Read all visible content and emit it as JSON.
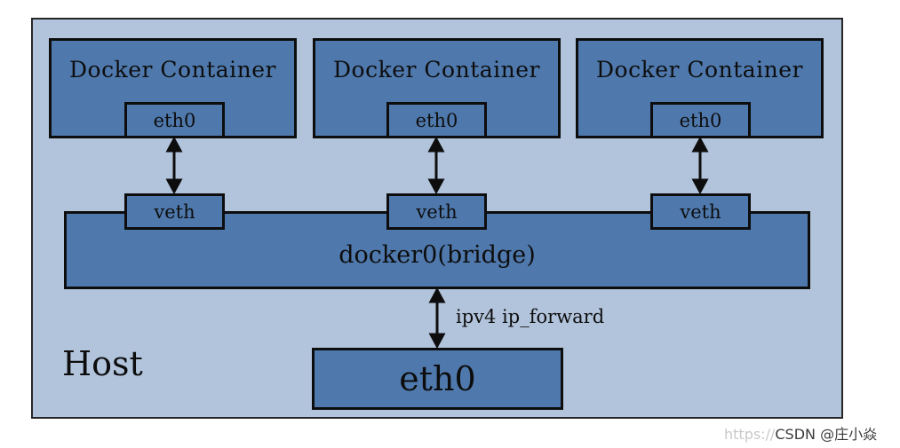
{
  "containers": [
    {
      "title": "Docker Container",
      "eth": "eth0",
      "veth": "veth"
    },
    {
      "title": "Docker Container",
      "eth": "eth0",
      "veth": "veth"
    },
    {
      "title": "Docker Container",
      "eth": "eth0",
      "veth": "veth"
    }
  ],
  "bridge": {
    "label": "docker0(bridge)"
  },
  "host": {
    "label": "Host",
    "eth": "eth0",
    "forward_label": "ipv4 ip_forward"
  },
  "watermark": {
    "faint": "https://",
    "text": "CSDN @庄小焱"
  },
  "colors": {
    "host_bg": "#b2c4dc",
    "box_fill": "#4f79ad",
    "border": "#0d0d0d"
  }
}
